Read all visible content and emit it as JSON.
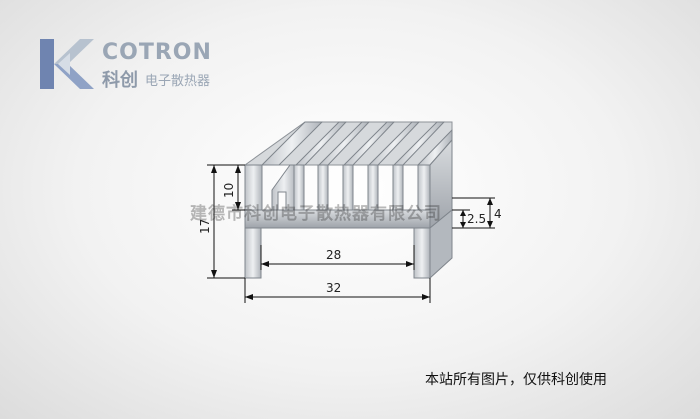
{
  "brand": {
    "name_en": "COTRON",
    "name_cn": "科创",
    "tagline": "电子散热器",
    "logo_colors": [
      "#6f84b0",
      "#b7c2cf",
      "#8fa2c6"
    ]
  },
  "watermark": "建德市科创电子散热器有限公司",
  "dimensions": {
    "overall_width": "32",
    "inner_width": "28",
    "total_height": "17",
    "fin_height": "10",
    "base_offset_small": "2.5",
    "base_offset_large": "4"
  },
  "footer": {
    "notice": "本站所有图片，仅供科创使用"
  }
}
